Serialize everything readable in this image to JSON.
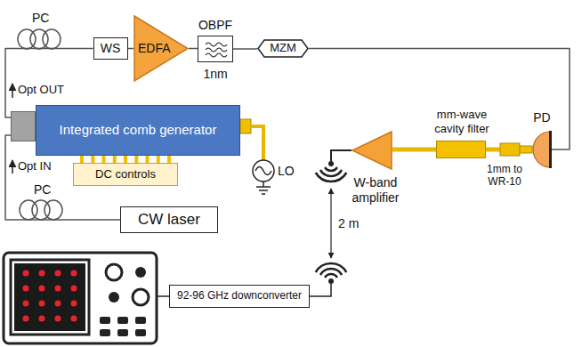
{
  "diagram": {
    "nodes": [
      {
        "text": [
          "WS"
        ]
      },
      {
        "text": [
          "EDFA"
        ]
      },
      {
        "text": [
          "OBPF",
          "1nm"
        ]
      },
      {
        "text": [
          "MZM"
        ]
      },
      {
        "text": [
          "Integrated comb generator"
        ]
      },
      {
        "text": [
          "DC controls"
        ]
      },
      {
        "text": [
          "mm-wave cavity filter"
        ]
      },
      {
        "text": [
          "PD"
        ]
      },
      {
        "text": [
          "W-band amplifier"
        ]
      },
      {
        "text": [
          "CW laser"
        ]
      },
      {
        "text": [
          "92-96 GHz downconverter"
        ]
      }
    ],
    "edges": [
      {
        "from": 9,
        "to": 4,
        "arrow": "none"
      },
      {
        "from": 4,
        "to": 0,
        "arrow": "none"
      },
      {
        "from": 0,
        "to": 1,
        "arrow": "none"
      },
      {
        "from": 1,
        "to": 2,
        "arrow": "none"
      },
      {
        "from": 2,
        "to": 3,
        "arrow": "none"
      },
      {
        "from": 3,
        "to": 7,
        "arrow": "none"
      },
      {
        "from": 7,
        "to": 6,
        "arrow": "none"
      },
      {
        "from": 6,
        "to": 8,
        "arrow": "none"
      },
      {
        "from": 5,
        "to": 4,
        "arrow": "none"
      }
    ],
    "labels": [
      "PC",
      "Opt OUT",
      "LO",
      "Opt IN",
      "PC",
      "1mm to WR-10",
      "2 m"
    ]
  }
}
